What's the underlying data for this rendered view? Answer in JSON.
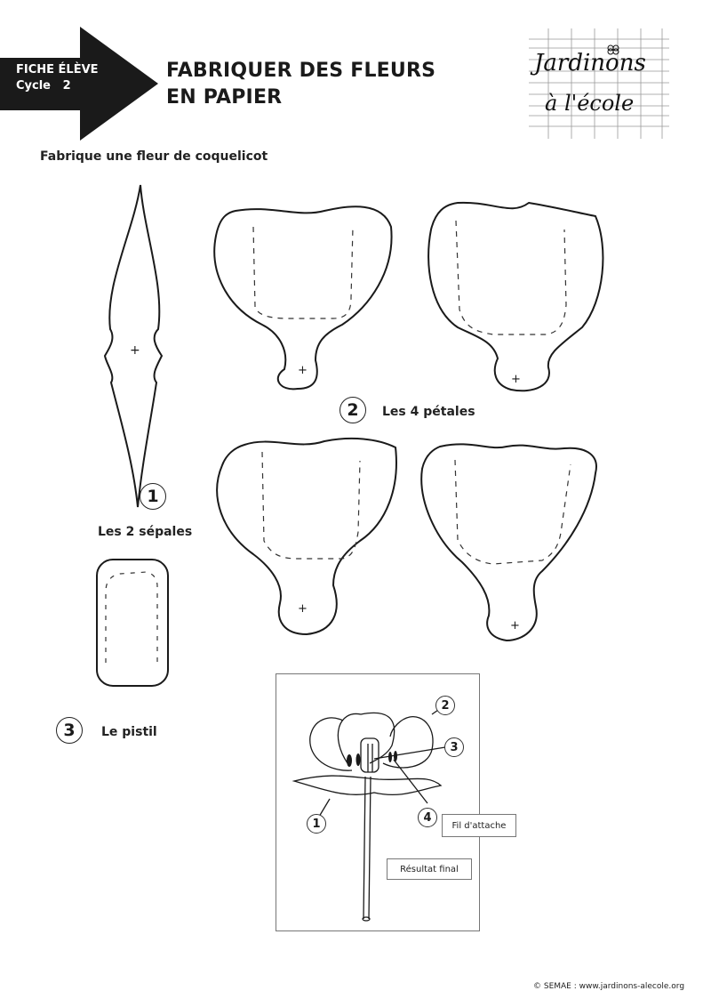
{
  "header": {
    "banner_line1": "FICHE ÉLÈVE",
    "banner_line2": "Cycle   2",
    "title_line1": "FABRIQUER DES FLEURS",
    "title_line2": "EN PAPIER",
    "logo_line1": "Jardinons",
    "logo_line2": "à l'école"
  },
  "subtitle": "Fabrique une fleur de coquelicot",
  "parts": [
    {
      "number": "1",
      "label": "Les 2 sépales"
    },
    {
      "number": "2",
      "label": "Les 4 pétales"
    },
    {
      "number": "3",
      "label": "Le pistil"
    }
  ],
  "result": {
    "callouts": [
      "1",
      "2",
      "3",
      "4"
    ],
    "tag_attach": "Fil d'attache",
    "tag_result": "Résultat final"
  },
  "markers": {
    "center_mark": "+"
  },
  "footer": "© SEMAE : www.jardinons-alecole.org",
  "colors": {
    "ink": "#1a1a1a",
    "banner": "#1a1a1a",
    "grid": "#888888"
  }
}
